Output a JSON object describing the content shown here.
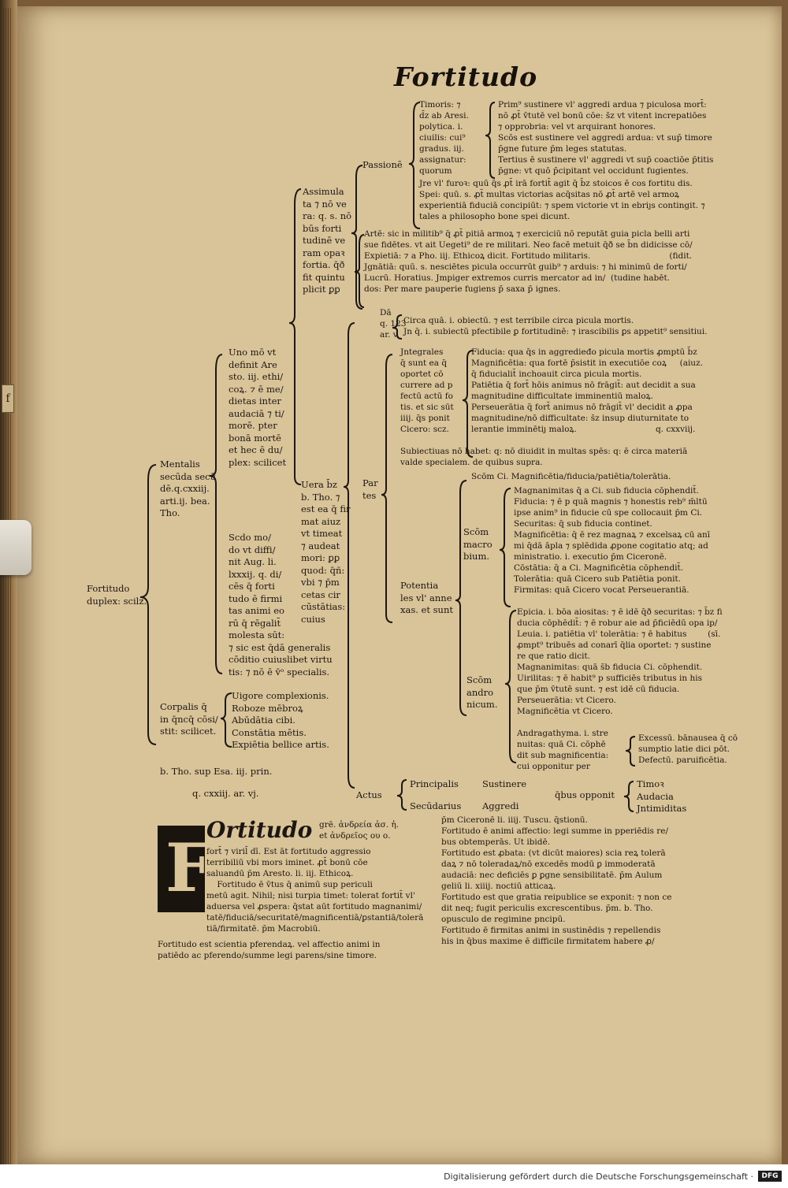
{
  "page": {
    "title": "Fortitudo",
    "margin_tab": "f"
  },
  "tree": {
    "root": "Fortitudo\nduplex: scilz.",
    "mentalis": "Mentalis\nsecūda secū\ndē.q.cxxiij.\narti.ij. bea.\nTho.",
    "corporalis": "Corpalis q̄\nin q̄ncq̄ cōsi/\nstit: scilicet.",
    "corporalis_items": "Uigore complexionis.\nRoboze mēbroꝝ\nAbūdātia cibi.\nConstātia mētis.\nExpiētia bellice artis.",
    "ref1": "b. Tho. sup Esa. iij. prin.",
    "ref2": "q. cxxiij. ar. vj.",
    "uno_modo": "Uno mō vt\ndefinit Are\nsto. iij. ethi/\ncoꝝ. ⁊ ē me/\ndietas inter\naudaciā ⁊ ti/\nmorē. pter\nbonā mortē\net hec ē du/\nplex: scilicet",
    "secundo_modo": "Scdo mo/\ndo vt diffi/\nnit Aug. li.\nlxxxij. q. di/\ncēs q̄ forti\ntudo ē firmi\ntas animi eo\nrū q̄ rēgalit̄\nmolesta sūt:\n⁊ sic est q̄dā generalis\ncōditio cuiuslibet virtu\ntis: ⁊ nō ē v̄ᵒ specialis.",
    "assimulata": "Assimula\nta ⁊ nō ve\nra: q. s. nō\nbūs forti\ntudinē ve\nram opaꝛ\nfortia. q̄ð\nfit quintu\nplicit ꝑꝑ",
    "vera": "Uera b̄z\nb. Tho. ⁊\nest ea q̄ fir\nmat aiuz\nvt timeat\n⁊ audeat\nmori: ꝑꝑ\nquod: q̄ñ:\nvbi ⁊ p̄m\ncetas cir\ncūstātias:\ncuius",
    "passione": "Passionē",
    "passione_sub": "Timoris: ⁊\nd̄z ab Aresi.\npolytica. i.\nciuilis: cui⁹\ngradus. iij.\nassignatur:\nquorum",
    "passione_items": "Prim⁹ sustinere vl' aggredi ardua ⁊ piculosa mort̄:\nnō ꝓt̄ v̄tutē vel bonū cōe: s̄z vt vitent increpatiōes\n⁊ opprobria: vel vt arquirant honores.\nScōs est sustinere vel aggredi ardua: vt sup̄ timore\np̄gne future p̄m leges statutas.\nTertius ē sustinere vl' aggredi vt sup̄ coactiōe p̄titis\np̄gne: vt quō p̄cipitant vel occidunt fugientes.",
    "passione_cont": "Jre vl' furoꝛ: quū q̄s ꝓt̄ irā fortit̄ agit q̄ b̄z stoicos ē cos fortitu dis.\nSpei: quū. s. ꝓt̄ multas victorias acq̄sitas nō ꝓt̄ artē vel armoꝝ\nexperientiā fiduciā concipiūt: ⁊ spem victorie vt in ebriȷs contingit. ⁊\ntales a philosopho bone spei dicunt.",
    "artis": "Artē: sic in militib⁹ q̄ ꝓt̄ pitiā armoꝝ ⁊ exerciciū nō reputāt guia picla belli arti\nsue fidētes. vt ait Uegeti⁹ de re militari. Neo facē metuit q̄ð se b̄n didicisse cō/\nExpietiā: ⁊ a Pho. iij. Ethicoꝝ dicit. Fortitudo militaris.                              (fidit.\nJgnātiā: quū. s. nesciētes picula occurrūt guib⁹ ⁊ arduis: ⁊ hi minimū de forti/\nLucrū. Horatius. Jmpiger extremos curris mercator ad in/  (tudine habēt.\ndos: Per mare pauperie fugiens p̄ saxa p̄ ignes.",
    "da": "Dā\nq. 123\nar. v.",
    "da_items": "Circa quā. i. obiectū. ⁊ est terribile circa picula mortis.\nJn q̄. i. subiectū pfectibile ꝑ fortitudinē: ⁊ irascibilis ꝑs appetit⁹ sensitiui.",
    "partes": "Par\ntes",
    "integrales": "Jntegrales\nq̄ sunt ea q̄\noportet cō\ncurrere ad p\nfectū actū fo\ntis. et sic sūt\niiij. q̄s ponit\nCicero: scz.",
    "integrales_items": "Fiducia: qua q̄s in aggredieđo picula mortis ꝓmptū b̄z\nMagnificētia: qua fortē p̄sistit in executiōe coꝝ     (aiuz.\nq̄ fiducialit̄ inchoauit circa picula mortis.\nPatiētia q̄ fort̄ hōis animus nō frāgit̄: aut decidit a sua\nmagnitudine difficultate imminentiū maloꝝ.\nPerseuerātia q̄ fort̄ animus nō frāgit̄ vl' decidit a ꝓpa\nmagnitudine/nō difficultate: s̄z insup diuturnitate to\nlerantie imminētiȷ maloꝝ.                              q. cxxviij.",
    "subiectiuas": "Subiectiuas nō habet: q: nō diuidit in multas spēs: q: ē circa materiā\nvalde specialem. de quibus supra.",
    "potentiales": "Potentia\nles vl' anne\nxas. et sunt",
    "sc_ci": "Scōm Ci. Magnificētia/fiducia/patiētia/tolerātia.",
    "sc_macrobium": "Scōm\nmacro\nbium.",
    "macrobium_items": "Magnanimitas q̄ a Ci. sub fiducia cōphendit̄.\nFiducia: ⁊ ē p quā magnis ⁊ honestis reb⁹ m̄ltū\nipse anim⁹ in fiducie cū spe collocauit p̄m Ci.\nSecuritas: q̄ sub fiducia continet.\nMagnificētia: q̄ ē rez magnaꝝ ⁊ excelsaꝝ cū anī\nmi q̄dā āpla ⁊ splēdida ꝓpone cogitatio atq; ad\nministratio. i. executio p̄m Ciceronē.\nCōstātia: q̄ a Ci. Magnificētia cōphendit̄.\nTolerātia: quā Cicero sub Patiētia ponit.\nFirmitas: quā Cicero vocat Perseuerantiā.",
    "sc_andronicum": "Scōm\nandro\nnicum.",
    "andronicum_items": "Epicia. i. bōa aiositas: ⁊ ē idē q̄ð securitas: ⁊ b̄z fi\nducia cōphēdit̄: ⁊ ē robur aie ad p̄ficiēdū opa ip/\nLeuia. i. patiētia vl' tolerātia: ⁊ ē habitus        (sī.\nꝓmpt⁹ tribuēs ad conarī q̄lia oportet: ⁊ sustine\nre que ratio dicit.\nMagnanimitas: quā s̄b fiducia Ci. cōphendit.\nUirilitas: ⁊ ē habit⁹ p sufficiēs tributus in his\nque p̄m v̄tutē sunt. ⁊ est idē cū fiducia.\nPerseuerātia: vt Cicero.\nMagnificētia vt Cicero.",
    "andragathyma": "Andragathyma. i. stre\nnuitas: quā Ci. cōphē\ndit sub magnificentia:\ncui opponitur per",
    "excessu": "Excessū. bānausea q̄ cō\nsumptio latie dici pōt.\nDefectū. paruificētia.",
    "actus": "Actus",
    "principalis": "Principalis",
    "secundarius": "Secūdarius",
    "sustinere": "Sustinere",
    "aggredi": "Aggredi",
    "quibus": "q̄bus opponit",
    "opp_items": "Timoꝛ\nAudacia\nJntimiditas"
  },
  "body": {
    "dropcap": "F",
    "head_word": "Ortitudo",
    "greek": "grē. ἀνδρεία ἀσ. ἡ.\net ἀνδρεῖος ου ο.",
    "left_para1_tail": "fort̄ ⁊ viril̄ dī. Est āt fortitudo aggressio\nterribiliū vbi mors iminet. ꝓt̄ bonū cōe\nsaluandū p̄m Aresto. li. iij. Ethicoꝝ.\n    Fortitudo ē v̄tus q̄ animū sup periculi\nmetū agit. Nihil; nisi turpia timet: tolerat fortit̄ vl'\naduersa vel ꝓspera: q̄stat aūt fortitudo magnanimi/\ntatē/fiduciā/securitatē/magnificentiā/ꝑstantiā/tolerā\ntiā/firmitatē. p̄m Macrobiū.",
    "left_para2": "Fortitudo est scientia pferendaꝝ. vel affectio animi in\npatiēdo ac pferendo/summe legi parens/sine timore.",
    "right_para": "p̄m Ciceronē li. iiij. Tuscu. q̄stionū.\nFortitudo ē animi affectio: legi summe in pperiēdis re/\nbus obtemperās. Ut ibidē.\nFortitudo est ꝓbata: (vt dicūt maiores) scia reꝝ tolerā\ndaꝝ ⁊ nō toleradaꝝ/nō excedēs modū ꝑ immoderatā\naudaciā: nec deficiēs ꝑ ꝑgne sensibilitatē. p̄m Aulum\ngeliū li. xiiij. noctiū atticaꝝ.\nFortitudo est que gratia reipublice se exponit: ⁊ non ce\ndit neq; fugit periculis excrescentibus. p̄m. b. Tho.\nopusculo de regimine pncipū.\nFortitudo ē firmitas animi in sustinēdis ⁊ repellendis\nhis in q̄bus maxime ē difficile firmitatem habere ꝓ/"
  },
  "footer": {
    "text": "Digitalisierung gefördert durch die Deutsche Forschungsgemeinschaft ·",
    "logo": "DFG"
  }
}
